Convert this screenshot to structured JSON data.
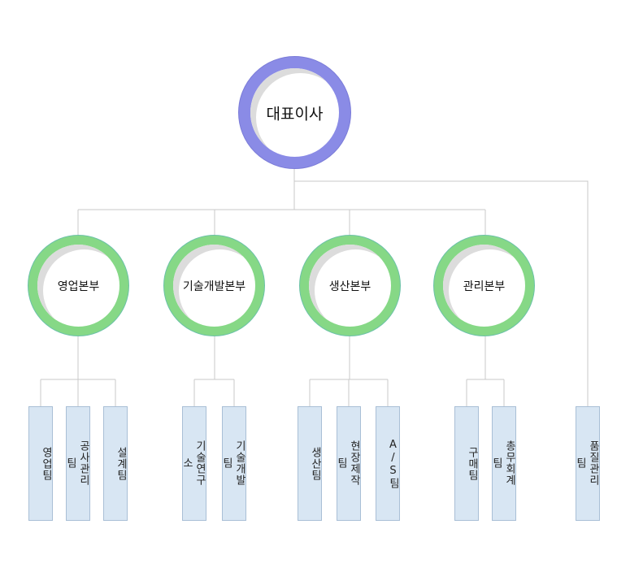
{
  "ceo": {
    "label": "대표이사"
  },
  "divisions": [
    {
      "label": "영업본부"
    },
    {
      "label": "기술개발본부"
    },
    {
      "label": "생산본부"
    },
    {
      "label": "관리본부"
    }
  ],
  "teams": {
    "sales": [
      "영업팀",
      "공사관리팀",
      "설계팀"
    ],
    "tech": [
      "기술연구소",
      "기술개발팀"
    ],
    "production": [
      "생산팀",
      "현장제작팀",
      "A/S팀"
    ],
    "admin": [
      "구매팀",
      "총무회계팀"
    ],
    "quality": "품질관리팀"
  },
  "colors": {
    "ceo_ring": "#8a8be6",
    "division_ring": "#86d886",
    "team_box": "#d8e6f3",
    "team_border": "#a9bfd6",
    "connector": "#c8c8c8"
  }
}
